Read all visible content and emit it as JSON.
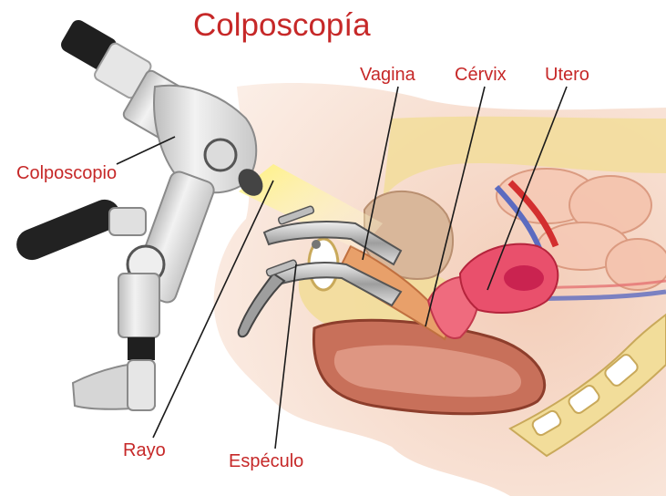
{
  "title": "Colposcopía",
  "labels": {
    "colposcopio": "Colposcopio",
    "rayo": "Rayo",
    "especulo": "Espéculo",
    "vagina": "Vagina",
    "cervix": "Cérvix",
    "utero": "Utero"
  },
  "colors": {
    "label_red": "#c62828",
    "skin": "#f6dcc6",
    "tissue": "#e8a48a",
    "pelvic_fat": "#f2dd9a",
    "bladder": "#d9b79a",
    "uterus": "#e9506c",
    "vagina": "#e8a06a",
    "rectum": "#c8705a",
    "bone": "#ffffff",
    "light_beam": "#fff59d",
    "instrument_light": "#dcdcdc",
    "instrument_dark": "#2b2b2b",
    "leader_line": "#1a1a1a"
  }
}
